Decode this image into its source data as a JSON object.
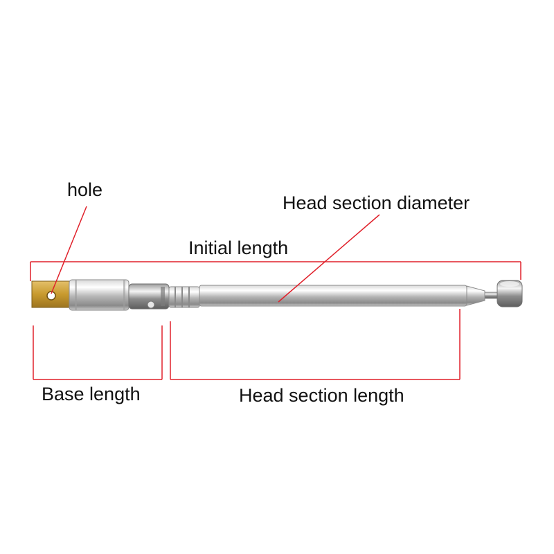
{
  "labels": {
    "hole": "hole",
    "head_section_diameter": "Head section diameter",
    "initial_length": "Initial length",
    "base_length": "Base length",
    "head_section_length": "Head section length"
  },
  "colors": {
    "background": "#ffffff",
    "annotation_line": "#e0202a",
    "text": "#111111",
    "brass_tab": "#c89a2e",
    "chrome_light": "#f2f2f2",
    "chrome_mid": "#b9b9b9",
    "chrome_dark": "#6e6e6e"
  }
}
